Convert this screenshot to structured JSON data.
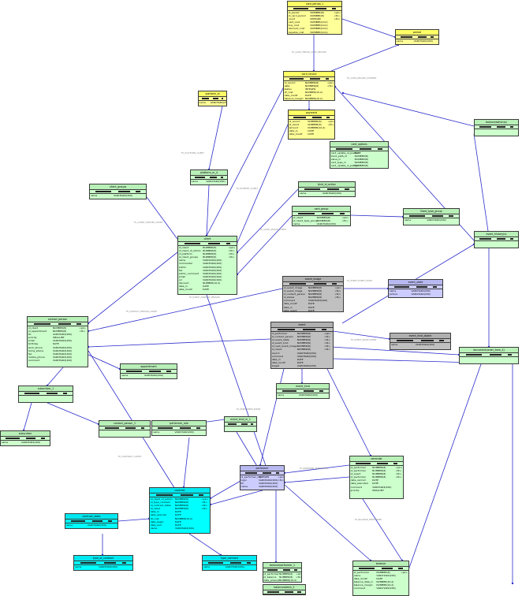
{
  "entities": [
    {
      "id": "card_period",
      "name": "card_period_1",
      "color": "y",
      "fields": [
        [
          "id_period",
          "NUMBER(8)",
          "<pk>"
        ],
        [
          "id_card_period",
          "NUMBER(8)",
          "<fk>"
        ],
        [
          "count",
          "INTEGER",
          "<fk>"
        ],
        [
          "card_cost",
          "NUMBER(10,2)",
          ""
        ],
        [
          "buy_cost",
          "NUMBER(10,2)",
          ""
        ],
        [
          "discount_cost",
          "NUMBER(10,2)",
          ""
        ],
        [
          "payable_cost",
          "NUMBER(10,2)",
          ""
        ]
      ]
    },
    {
      "id": "period",
      "name": "period",
      "color": "y",
      "fields": [
        [
          "name",
          "VARCHAR2(200)",
          ""
        ]
      ]
    },
    {
      "id": "card_record",
      "name": "card_record",
      "color": "y",
      "fields": [
        [
          "id_record",
          "NUMBER(8)",
          "<pk>"
        ],
        [
          "date",
          "NUMBER(8)",
          "<fk>"
        ],
        [
          "status",
          "INTEGER",
          ""
        ],
        [
          "dt_cost",
          "NUMBER(10,2)",
          ""
        ],
        [
          "date_modif",
          "DATE",
          ""
        ],
        [
          "balance_margin",
          "NUMBER(10,2)",
          ""
        ]
      ]
    },
    {
      "id": "platform_id",
      "name": "platform_id",
      "color": "y",
      "fields": [
        [
          "name",
          "VARCHAR2(200)",
          ""
        ]
      ]
    },
    {
      "id": "payment",
      "name": "payment",
      "color": "y",
      "fields": [
        [
          "id_record",
          "NUMBER(8)",
          "<pk>"
        ],
        [
          "id_client",
          "NUMBER(8)",
          "<fk>"
        ],
        [
          "amount",
          "NUMBER(10,2)",
          ""
        ],
        [
          "date_in",
          "DATE",
          ""
        ],
        [
          "date_modif",
          "DATE",
          ""
        ]
      ]
    },
    {
      "id": "balanceadm",
      "name": "balanceadmin(x)",
      "color": "g",
      "fields": []
    },
    {
      "id": "card_options",
      "name": "card_options",
      "color": "g",
      "fields": [
        [
          "card_update_id_position",
          "DATE",
          ""
        ],
        [
          "track_path_id",
          "NUMBER(8)",
          ""
        ],
        [
          "value_in",
          "NUMBER(8)",
          ""
        ],
        [
          "card_type_in",
          "NUMBER(8)",
          ""
        ],
        [
          "card_update_in_path_in",
          "NUMBER(8)",
          ""
        ]
      ]
    },
    {
      "id": "platform_m",
      "name": "platform_m_4",
      "color": "g",
      "fields": [
        [
          "name",
          "VARCHAR2(200)",
          ""
        ]
      ]
    },
    {
      "id": "client_groups",
      "name": "client_groups",
      "color": "g",
      "fields": [
        [
          "name",
          "VARCHAR2(200)",
          ""
        ]
      ]
    },
    {
      "id": "bind_id_action",
      "name": "bind_id_action",
      "color": "g",
      "fields": [
        [
          "name",
          "VARCHAR2(200)",
          ""
        ]
      ]
    },
    {
      "id": "card_group",
      "name": "card_group",
      "color": "g",
      "fields": [
        [
          "id_client",
          "NUMBER(8)",
          "<pk>"
        ],
        [
          "id_client_type_group",
          "NUMBER(8)",
          "<fk>"
        ],
        [
          "name",
          "VARCHAR2(200)",
          ""
        ]
      ]
    },
    {
      "id": "fixed_type_group",
      "name": "fixed_type_group",
      "color": "g",
      "fields": [
        [
          "name",
          "VARCHAR2(200)",
          ""
        ]
      ]
    },
    {
      "id": "client",
      "name": "client",
      "color": "g",
      "fields": [
        [
          "id_client",
          "NUMBER(8)",
          "<pk>"
        ],
        [
          "id_client_of_admin",
          "NUMBER(8)",
          "<fk>"
        ],
        [
          "id_platform",
          "NUMBER(8)",
          "<fk>"
        ],
        [
          "id_client_groups",
          "NUMBER(8)",
          "<fk>"
        ],
        [
          "name",
          "VARCHAR2(200)",
          ""
        ],
        [
          "commentar",
          "VARCHAR2(200)",
          ""
        ],
        [
          "admin",
          "VARCHAR2(200)",
          ""
        ],
        [
          "fax",
          "VARCHAR2(200)",
          ""
        ],
        [
          "admin_comment",
          "VARCHAR2(200)",
          ""
        ],
        [
          "email",
          "VARCHAR2(200)",
          ""
        ],
        [
          "url",
          "VARCHAR2(200)",
          ""
        ],
        [
          "discount",
          "NUMBER(10,2)",
          ""
        ],
        [
          "date_in",
          "DATE",
          ""
        ],
        [
          "date_modif",
          "DATE",
          ""
        ]
      ]
    },
    {
      "id": "event_history",
      "name": "event_history(x)",
      "color": "g",
      "fields": []
    },
    {
      "id": "event_image",
      "name": "event_image",
      "color": "s",
      "fields": [
        [
          "id_event_image",
          "NUMBER(8)",
          "<pk>"
        ],
        [
          "id_event_image",
          "NUMBER(8)",
          "<fk>"
        ],
        [
          "id_contact_person",
          "NUMBER(8)",
          "<fk>"
        ],
        [
          "id_status",
          "NUMBER(8)",
          "<fk>"
        ],
        [
          "comment",
          "VARCHAR2(200)",
          ""
        ],
        [
          "date_modif",
          "DATE",
          ""
        ],
        [
          "date_in",
          "DATE",
          ""
        ],
        [
          "date_event",
          "DATE",
          ""
        ]
      ]
    },
    {
      "id": "event_state",
      "name": "event_state",
      "color": "b",
      "fields": [
        [
          "name",
          "VARCHAR2(200)",
          ""
        ],
        [
          "picture",
          "VARCHAR2(200)",
          ""
        ]
      ]
    },
    {
      "id": "contact_person",
      "name": "contact_person",
      "color": "g",
      "fields": [
        [
          "id_client",
          "NUMBER(8)",
          "<pk>"
        ],
        [
          "id_appointment",
          "NUMBER(8)",
          "<fk>"
        ],
        [
          "fio",
          "VARCHAR2(200)",
          ""
        ],
        [
          "priority",
          "SMALLINT",
          ""
        ],
        [
          "email",
          "VARCHAR2(200)",
          ""
        ],
        [
          "birthday",
          "DATE",
          ""
        ],
        [
          "work_phone",
          "VARCHAR2(200)",
          ""
        ],
        [
          "home_phone",
          "VARCHAR2(200)",
          ""
        ],
        [
          "fax",
          "VARCHAR2(200)",
          ""
        ],
        [
          "mobile_phone",
          "VARCHAR2(200)",
          ""
        ],
        [
          "comment",
          "VARCHAR2(200)",
          ""
        ]
      ]
    },
    {
      "id": "event",
      "name": "event",
      "color": "s",
      "fields": [
        [
          "id_performer",
          "NUMBER(8)",
          "<pk>"
        ],
        [
          "id_contact_person",
          "NUMBER(8)",
          "<fk>"
        ],
        [
          "id_event_state",
          "NUMBER(8)",
          "<fk>"
        ],
        [
          "id_event_kind",
          "NUMBER(8)",
          "<fk>"
        ],
        [
          "id_next_event_image",
          "NUMBER(8)",
          "<fk>"
        ],
        [
          "id_client",
          "NUMBER(8)",
          "<fk>"
        ],
        [
          "record",
          "VARCHAR2(200)",
          ""
        ],
        [
          "comment",
          "VARCHAR2(200)",
          ""
        ],
        [
          "date_in",
          "DATE",
          ""
        ],
        [
          "date_modif",
          "DATE",
          ""
        ],
        [
          "target",
          "VARCHAR2(200)",
          ""
        ]
      ]
    },
    {
      "id": "event_kind_object",
      "name": "event_kind_object",
      "color": "s",
      "fields": [
        [
          "name",
          "VARCHAR2(200)",
          ""
        ]
      ]
    },
    {
      "id": "document_ord",
      "name": "document(order_item_4)",
      "color": "g",
      "fields": []
    },
    {
      "id": "appointment",
      "name": "appointment",
      "color": "g",
      "fields": [
        [
          "name",
          "VARCHAR2(200)",
          ""
        ]
      ]
    },
    {
      "id": "event_kind",
      "name": "event_kind",
      "color": "g",
      "fields": [
        [
          "name",
          "VARCHAR2(200)",
          ""
        ]
      ]
    },
    {
      "id": "subscriber",
      "name": "subscriber_1",
      "color": "g",
      "fields": []
    },
    {
      "id": "subscriber2",
      "name": "subscriber",
      "color": "g",
      "fields": [
        [
          "name",
          "VARCHAR2(200)",
          ""
        ]
      ]
    },
    {
      "id": "contact_person2",
      "name": "contact_person_1",
      "color": "g",
      "fields": []
    },
    {
      "id": "performer_role",
      "name": "performer_role",
      "color": "g",
      "fields": [
        [
          "name",
          "VARCHAR2(200)",
          ""
        ]
      ]
    },
    {
      "id": "event_kind_m",
      "name": "event_kind_m_1",
      "color": "g",
      "fields": []
    },
    {
      "id": "reminder",
      "name": "reminder",
      "color": "g",
      "fields": [
        [
          "id_performer",
          "NUMBER(8)",
          "<pk>"
        ],
        [
          "id_performer",
          "NUMBER(8)",
          "<fk>"
        ],
        [
          "id_event",
          "NUMBER(8)",
          "<fk>"
        ],
        [
          "id_performer",
          "NUMBER(8)",
          "<fk>"
        ],
        [
          "date_remind",
          "DATE",
          ""
        ],
        [
          "date_executed",
          "DATE",
          ""
        ],
        [
          "comment",
          "VARCHAR2(200)",
          ""
        ],
        [
          "priority",
          "SMALLINT",
          ""
        ]
      ]
    },
    {
      "id": "performer",
      "name": "performer",
      "color": "b",
      "fields": [
        [
          "id_performer_role",
          "INTEGER",
          "<pk>"
        ],
        [
          "login",
          "VARCHAR2(200)",
          "<fk>"
        ],
        [
          "fio",
          "VARCHAR2(200)",
          ""
        ],
        [
          "name",
          "VARCHAR2(200)",
          ""
        ]
      ]
    },
    {
      "id": "contract",
      "name": "contract",
      "color": "c",
      "fields": [
        [
          "id_client_of_admin",
          "NUMBER(8)",
          "<pk>"
        ],
        [
          "id_type_contract",
          "NUMBER(8)",
          "<fk>"
        ],
        [
          "id_contract_state",
          "NUMBER(8)",
          "<fk>"
        ],
        [
          "id_client",
          "NUMBER(8)",
          "<fk>"
        ],
        [
          "date_in",
          "DATE",
          ""
        ],
        [
          "date_execute",
          "DATE",
          ""
        ],
        [
          "dt_cost",
          "NUMBER(10,2)",
          ""
        ],
        [
          "date_begin",
          "DATE",
          ""
        ],
        [
          "date_end",
          "DATE",
          ""
        ],
        [
          "name",
          "VARCHAR2(200)",
          ""
        ]
      ]
    },
    {
      "id": "contract_state",
      "name": "contract_state",
      "color": "c",
      "fields": [
        [
          "name",
          "VARCHAR2(200)",
          ""
        ]
      ]
    },
    {
      "id": "type_of_contract",
      "name": "type_of_contract",
      "color": "c",
      "fields": [
        [
          "name",
          "VARCHAR2(200)",
          ""
        ]
      ]
    },
    {
      "id": "type_contract",
      "name": "type_contract",
      "color": "c",
      "fields": [
        [
          "name",
          "VARCHAR2(200)",
          ""
        ]
      ]
    },
    {
      "id": "balanceperformer",
      "name": "balanceperformer_1",
      "color": "g",
      "fields": [
        [
          "id_performer",
          "NUMBER(8)",
          "<pk>"
        ],
        [
          "id_balance",
          "NUMBER(8)",
          "<fk>"
        ],
        [
          "date_amount",
          "NUMBER(10,2)",
          ""
        ]
      ]
    },
    {
      "id": "balance",
      "name": "balance",
      "color": "g",
      "fields": [
        [
          "id_performer",
          "NUMBER(8)",
          "<pk>"
        ],
        [
          "name",
          "VARCHAR2(200)",
          ""
        ],
        [
          "date_modif",
          "DATE",
          ""
        ],
        [
          "balance_date_in",
          "NUMBER(10,2)",
          ""
        ],
        [
          "balance_margin",
          "NUMBER(10,2)",
          ""
        ],
        [
          "comment",
          "VARCHAR2(200)",
          ""
        ]
      ]
    },
    {
      "id": "balanceadmin2",
      "name": "balanceadmin_2",
      "color": "g",
      "fields": []
    }
  ],
  "edge_labels": [
    "FK_CARD_PERIOD_CARD_RECORD",
    "FK_CARD_RECORD_PAYMENT",
    "FK_PAYMENT_CLIENT",
    "FK_PLATFORM_CLIENT",
    "FK_CLIENT_GROUPS_CLIENT",
    "FK_CARD_GROUP_CLIENT",
    "FK_CONTACT_PERSON_CLIENT",
    "FK_EVENT_CONTACT_PERSON",
    "FK_EVENT_EVENT_STATE",
    "FK_EVENT_IMAGE_EVENT",
    "FK_CONTRACT_CLIENT",
    "FK_PERFORMER_EVENT",
    "FK_REMINDER_PERFORMER",
    "FK_BALANCE_PERFORMER"
  ]
}
